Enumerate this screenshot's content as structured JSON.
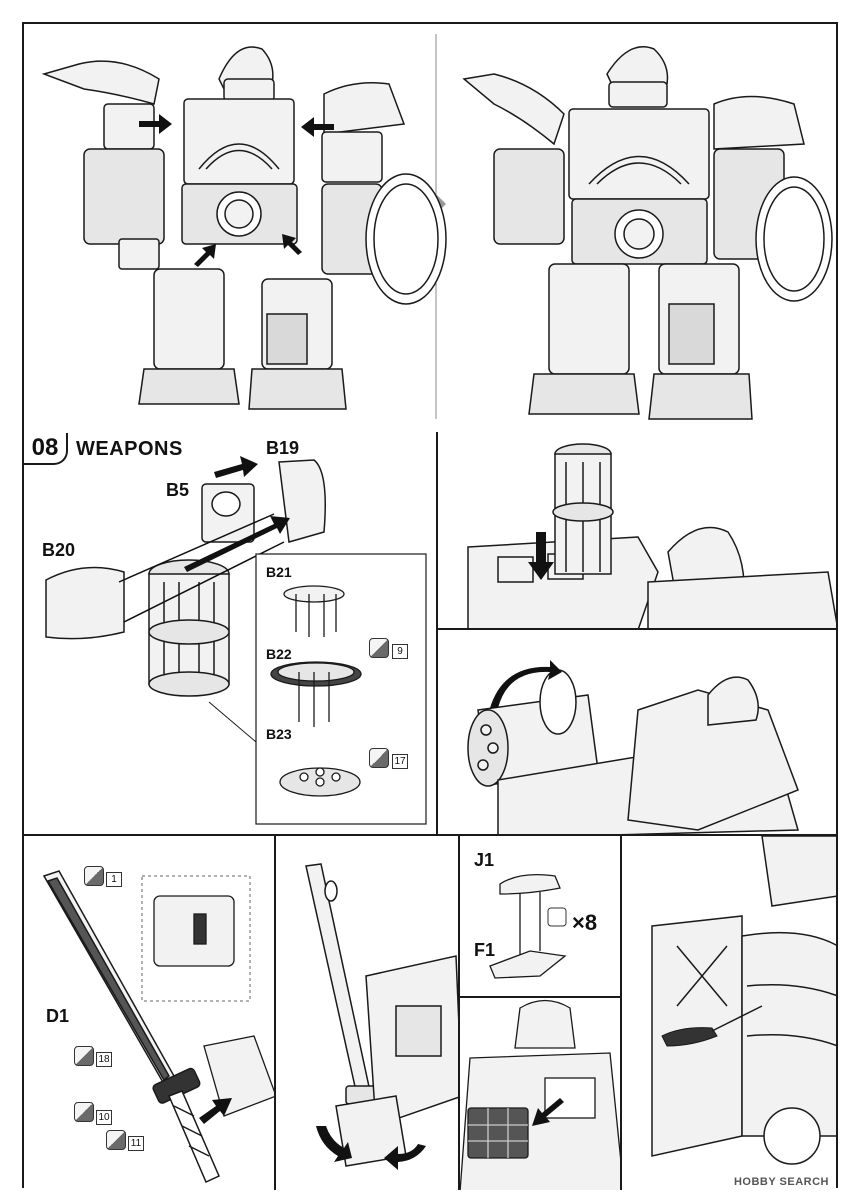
{
  "step": {
    "number": "08",
    "title": "WEAPONS"
  },
  "parts": {
    "b19": "B19",
    "b5": "B5",
    "b20": "B20",
    "b21": "B21",
    "b22": "B22",
    "b23": "B23",
    "d1": "D1",
    "j1": "J1",
    "f1": "F1"
  },
  "color_refs": {
    "b22": "9",
    "b23": "17",
    "d1_blade": "1",
    "d1_guard": "18",
    "d1_grip": "10",
    "d1_pommel": "11"
  },
  "multiplier": "×8",
  "watermark": "HOBBY SEARCH",
  "colors": {
    "line": "#1a1a1a",
    "fill_light": "#f2f2f2",
    "fill_mid": "#d9d9d9",
    "fill_dark": "#4a4a4a"
  }
}
